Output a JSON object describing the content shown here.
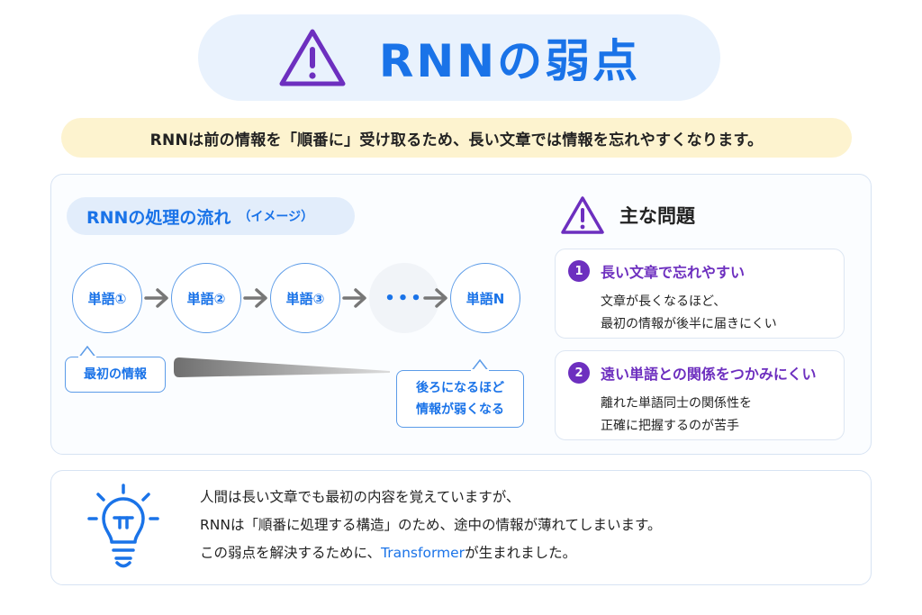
{
  "title": "RNNの弱点",
  "subtitle": "RNNは前の情報を「順番に」受け取るため、長い文章では情報を忘れやすくなります。",
  "flow": {
    "title": "RNNの処理の流れ",
    "subtitle": "（イメージ）",
    "nodes": [
      "単語①",
      "単語②",
      "単語③",
      "•••",
      "単語N"
    ],
    "callout_first": "最初の情報",
    "callout_later_lines": [
      "後ろになるほど",
      "情報が弱くなる"
    ]
  },
  "issues": {
    "title": "主な問題",
    "items": [
      {
        "number": "1",
        "title": "長い文章で忘れやすい",
        "lines": [
          "文章が長くなるほど、",
          "最初の情報が後半に届きにくい"
        ]
      },
      {
        "number": "2",
        "title": "遠い単語との関係をつかみにくい",
        "lines": [
          "離れた単語同士の関係性を",
          "正確に把握するのが苦手"
        ]
      }
    ]
  },
  "bottom": {
    "line1": "人間は長い文章でも最初の内容を覚えていますが、",
    "line2": "RNNは「順番に処理する構造」のため、途中の情報が薄れてしまいます。",
    "line3_before": "この弱点を解決するために、",
    "line3_highlight": "Transformer",
    "line3_after": "が生まれました。"
  },
  "icons": {
    "title_icon": "warning-triangle-icon",
    "issues_icon": "warning-triangle-icon",
    "tip_icon": "lightbulb-icon",
    "flow_arrow": "arrow-right-icon"
  },
  "colors": {
    "primary_blue": "#1a73e8",
    "accent_purple": "#6d2fbf",
    "highlight_yellow": "#fdf3cf",
    "light_blue": "#e9f2fd"
  }
}
